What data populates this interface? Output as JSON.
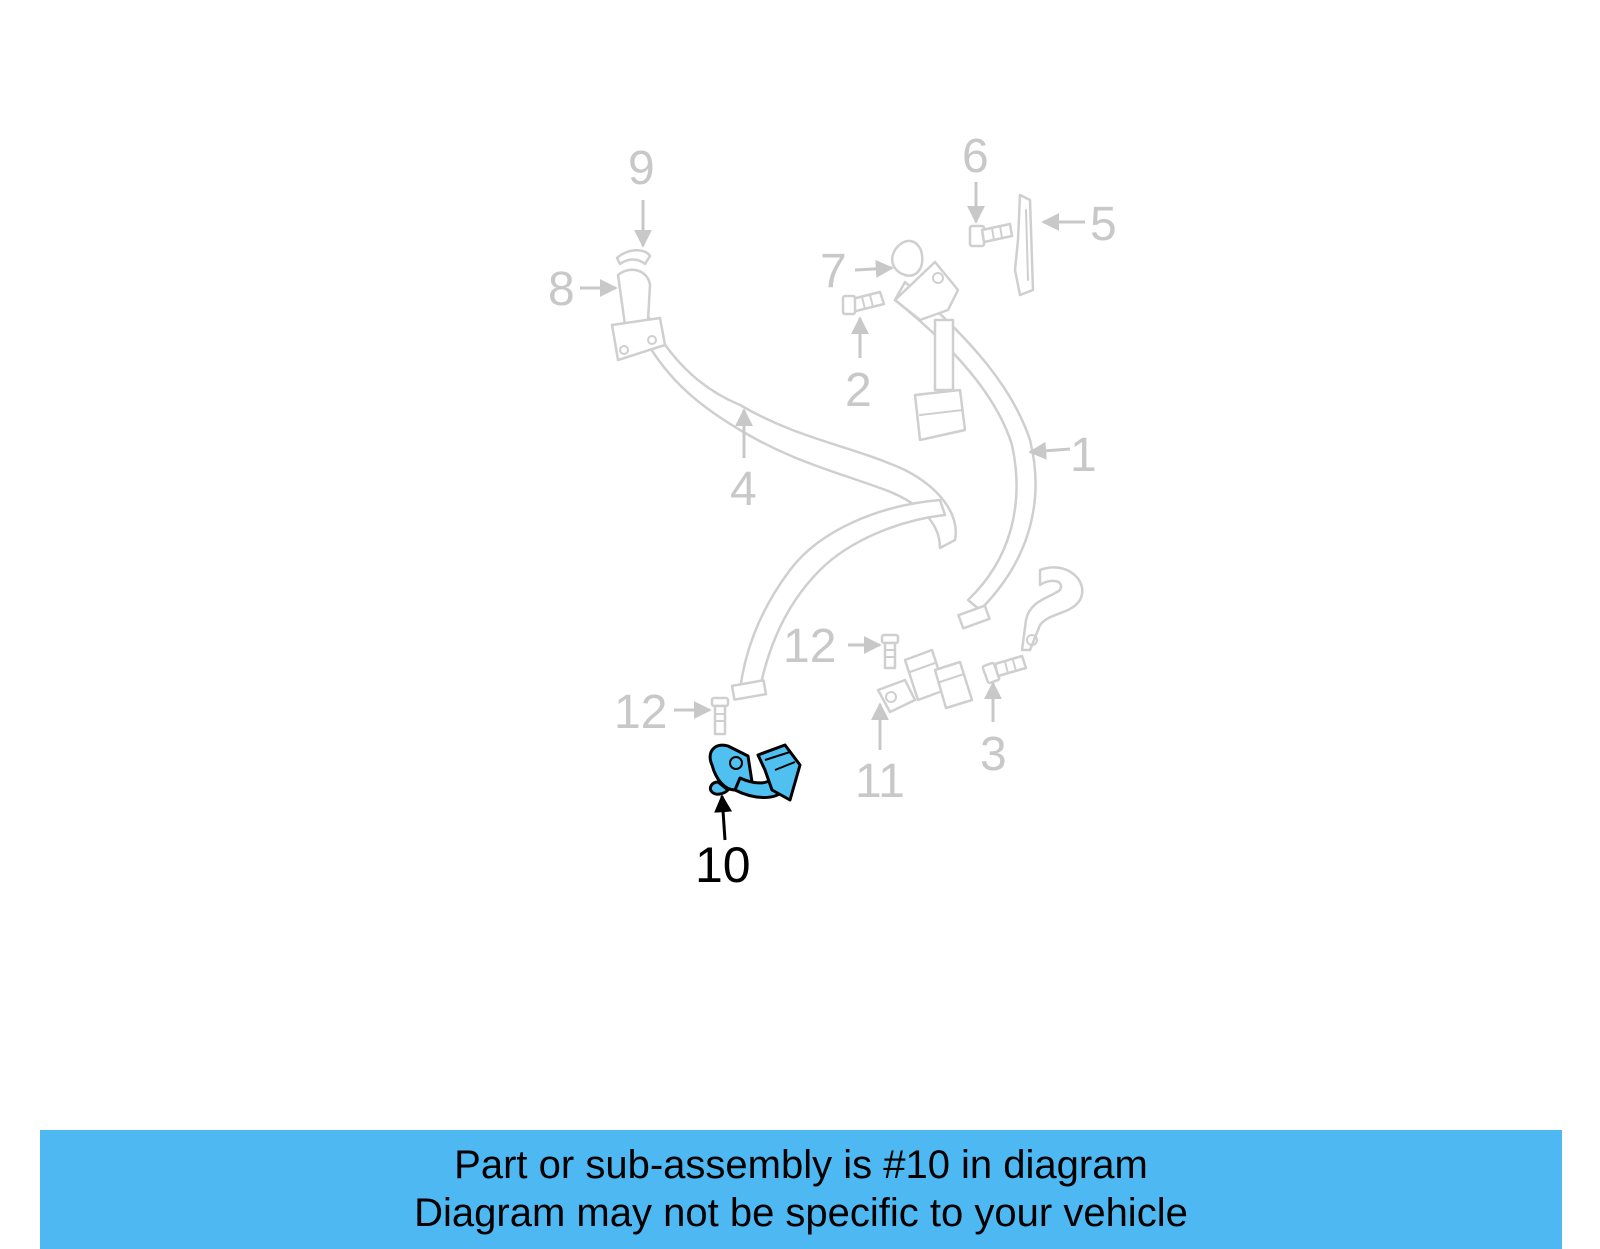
{
  "callouts": {
    "c1": "1",
    "c2": "2",
    "c3": "3",
    "c4": "4",
    "c5": "5",
    "c6": "6",
    "c7": "7",
    "c8": "8",
    "c9": "9",
    "c10": "10",
    "c11": "11",
    "c12a": "12",
    "c12b": "12"
  },
  "highlighted_part": "10",
  "colors": {
    "highlight_fill": "#4fc0f0",
    "banner_background": "#4db8f2",
    "faded_part_stroke": "#cfcfcf"
  },
  "banner": {
    "line1": "Part or sub-assembly is #10 in diagram",
    "line2": "Diagram may not be specific to your vehicle"
  }
}
